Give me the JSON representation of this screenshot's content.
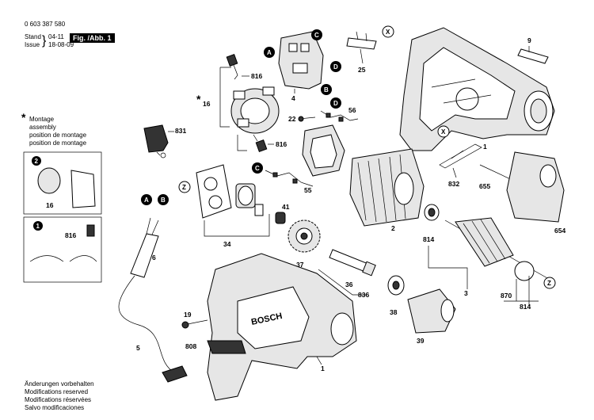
{
  "header": {
    "part_number": "0 603 387 580",
    "stand_label": "Stand",
    "stand_value": "04-11",
    "issue_label": "Issue",
    "issue_value": "18-08-09",
    "figure": "Fig. /Abb. 1"
  },
  "legend": {
    "symbol": "*",
    "lines": [
      "Montage",
      "assembly",
      "position de montage",
      "position de montage"
    ]
  },
  "footer": {
    "lines": [
      "Änderungen vorbehalten",
      "Modifications reserved",
      "Modifications réservées",
      "Salvo modificaciones"
    ]
  },
  "brand": "BOSCH",
  "labels": {
    "l9": "9",
    "l25": "25",
    "l4": "4",
    "l816a": "816",
    "l16": "16",
    "l56": "56",
    "l22": "22",
    "l831": "831",
    "l816b": "816",
    "l1a": "1",
    "l832": "832",
    "l655": "655",
    "l55": "55",
    "l2": "2",
    "l34": "34",
    "l41": "41",
    "l16b": "16",
    "l816c": "816",
    "l6": "6",
    "l37": "37",
    "l814a": "814",
    "l654": "654",
    "l3": "3",
    "l36": "36",
    "l836": "836",
    "l38": "38",
    "l870": "870",
    "l814b": "814",
    "l19": "19",
    "l808": "808",
    "l5": "5",
    "l39": "39",
    "l1b": "1",
    "lstar16": "16"
  },
  "callouts": {
    "A1": "A",
    "B1": "B",
    "C1": "C",
    "D1": "D",
    "D2": "D",
    "C2": "C",
    "A2": "A",
    "B2": "B",
    "X1": "X",
    "X2": "X",
    "Z1": "Z",
    "Z2": "Z",
    "n1": "1",
    "n2": "2"
  }
}
